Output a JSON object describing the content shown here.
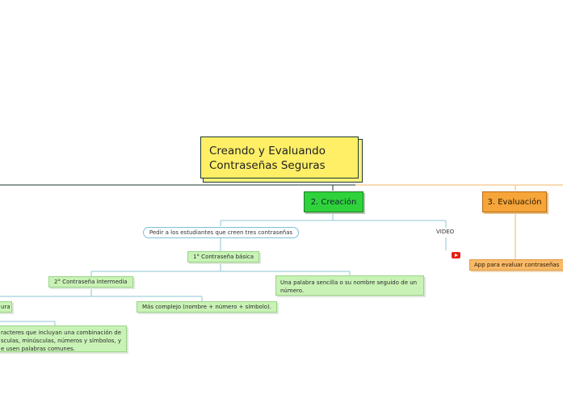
{
  "root": {
    "line1": "Creando y Evaluando",
    "line2": "Contraseñas Seguras"
  },
  "topics": {
    "creacion": "2. Creación",
    "evaluacion": "3. Evaluación"
  },
  "creacion": {
    "prompt": "Pedir a los estudiantes que creen tres contraseñas",
    "video_label": "VIDEO",
    "basica": "1° Contraseña básica",
    "basica_desc": "Una palabra sencilla o su nombre seguido de un número.",
    "intermedia": "2° Contraseña intermedia",
    "intermedia_desc": "Más complejo (nombre + número + símbolo).",
    "segura_partial": "ura",
    "segura_desc": "racteres que incluyan una combinación de\nsculas, minúsculas, números y símbolos, y\ne usen palabras comunes."
  },
  "evaluacion": {
    "app": "App para evaluar contraseñas"
  },
  "colors": {
    "root_fill": "#ffef66",
    "creacion_fill": "#2fd23a",
    "evaluacion_fill": "#f6a53a",
    "leaf_fill": "#c9f3b6",
    "line_color": "#8fc6d6",
    "orange_line": "#f0b76a"
  },
  "icons": {
    "video": "youtube-icon"
  }
}
